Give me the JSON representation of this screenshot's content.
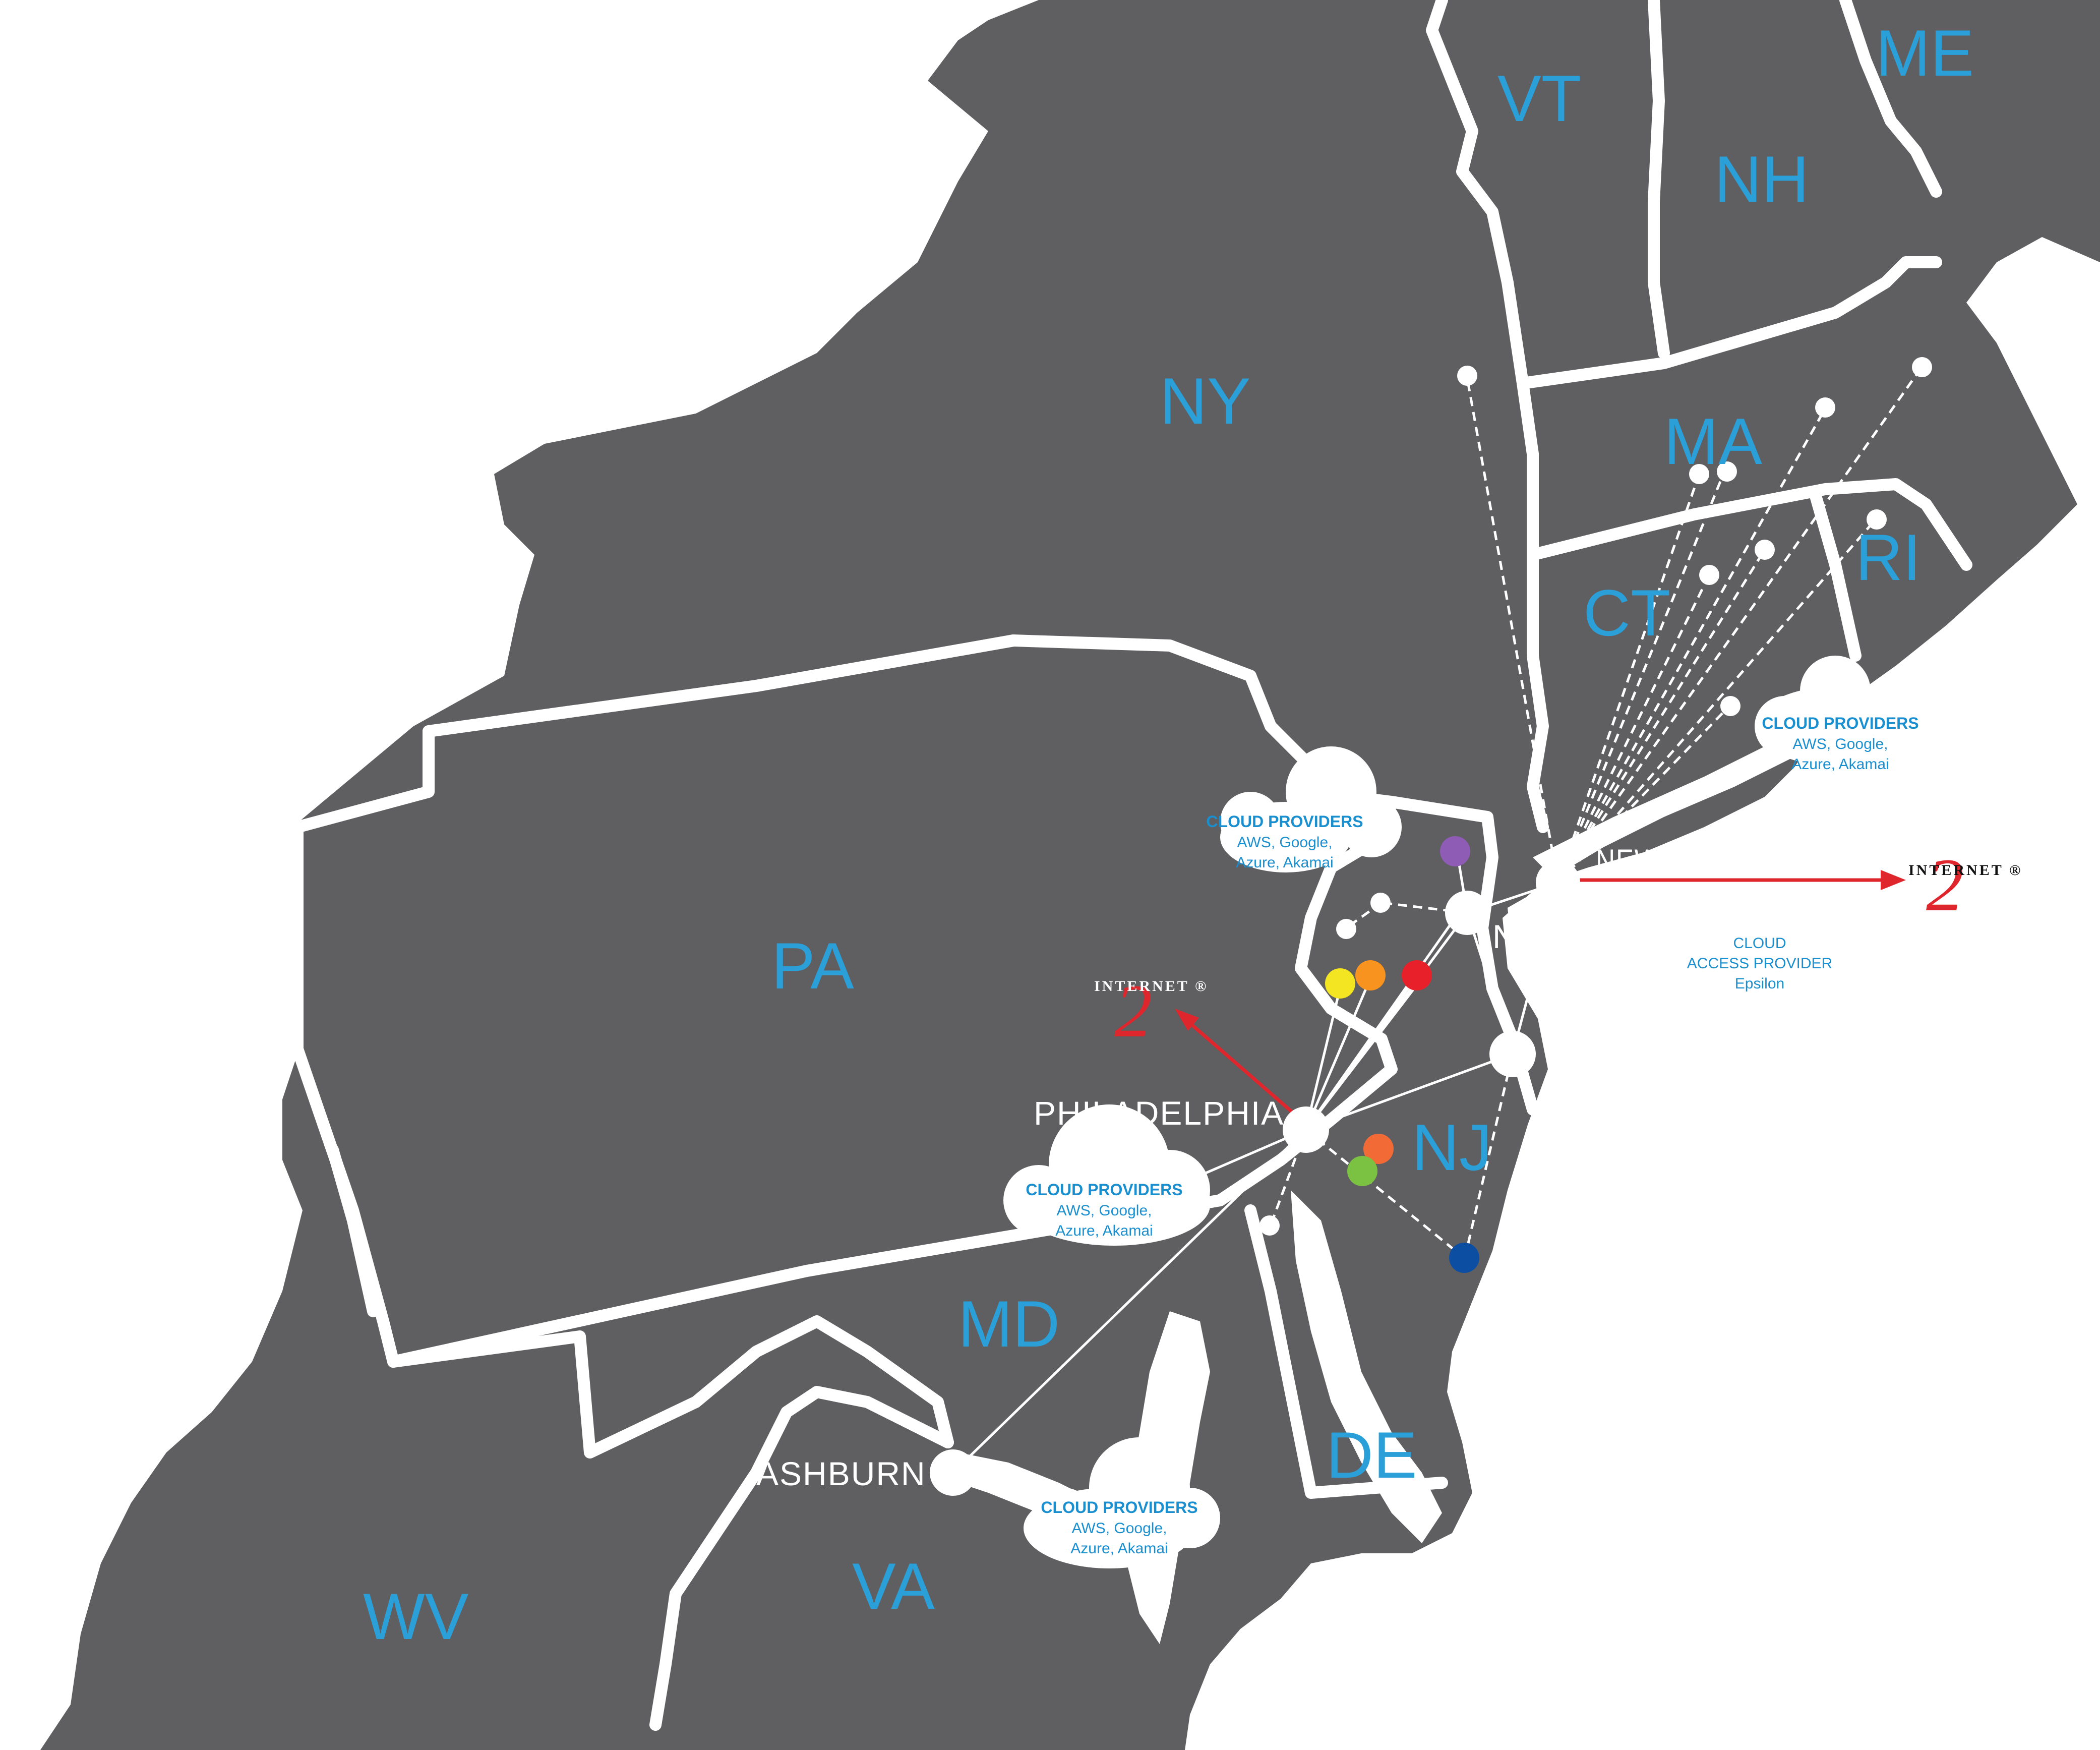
{
  "map": {
    "states": [
      {
        "abbr": "ME"
      },
      {
        "abbr": "VT"
      },
      {
        "abbr": "NH"
      },
      {
        "abbr": "NY"
      },
      {
        "abbr": "MA"
      },
      {
        "abbr": "RI"
      },
      {
        "abbr": "CT"
      },
      {
        "abbr": "PA"
      },
      {
        "abbr": "NJ"
      },
      {
        "abbr": "MD"
      },
      {
        "abbr": "DE"
      },
      {
        "abbr": "VA"
      },
      {
        "abbr": "WV"
      }
    ],
    "cities": {
      "philadelphia": "PHILADELPHIA",
      "new_york": "NEW YORK",
      "ashburn": "ASHBURN",
      "newark_partial": "NE"
    },
    "clouds": [
      {
        "title": "CLOUD PROVIDERS",
        "line1": "AWS, Google,",
        "line2": "Azure, Akamai"
      },
      {
        "title": "CLOUD PROVIDERS",
        "line1": "AWS, Google,",
        "line2": "Azure, Akamai"
      },
      {
        "title": "CLOUD PROVIDERS",
        "line1": "AWS, Google,",
        "line2": "Azure, Akamai"
      },
      {
        "title": "CLOUD PROVIDERS",
        "line1": "AWS, Google,",
        "line2": "Azure, Akamai"
      }
    ],
    "access_provider": {
      "line1": "CLOUD",
      "line2": "ACCESS PROVIDER",
      "line3": "Epsilon"
    },
    "internet2": {
      "word": "INTERNET",
      "numeral": "2",
      "mark": "®"
    },
    "colors": {
      "land": "#5f5f61",
      "water": "#ffffff",
      "borders": "#ffffff",
      "state_label": "#2a9fd8",
      "internet2_arrow": "#e0262d",
      "dot_purple": "#8e5bb5",
      "dot_yellow": "#f3e521",
      "dot_orange": "#f7931e",
      "dot_red": "#e8202a",
      "dot_orange2": "#f26a36",
      "dot_green": "#7cc242",
      "dot_blue": "#0b4ea2"
    }
  }
}
